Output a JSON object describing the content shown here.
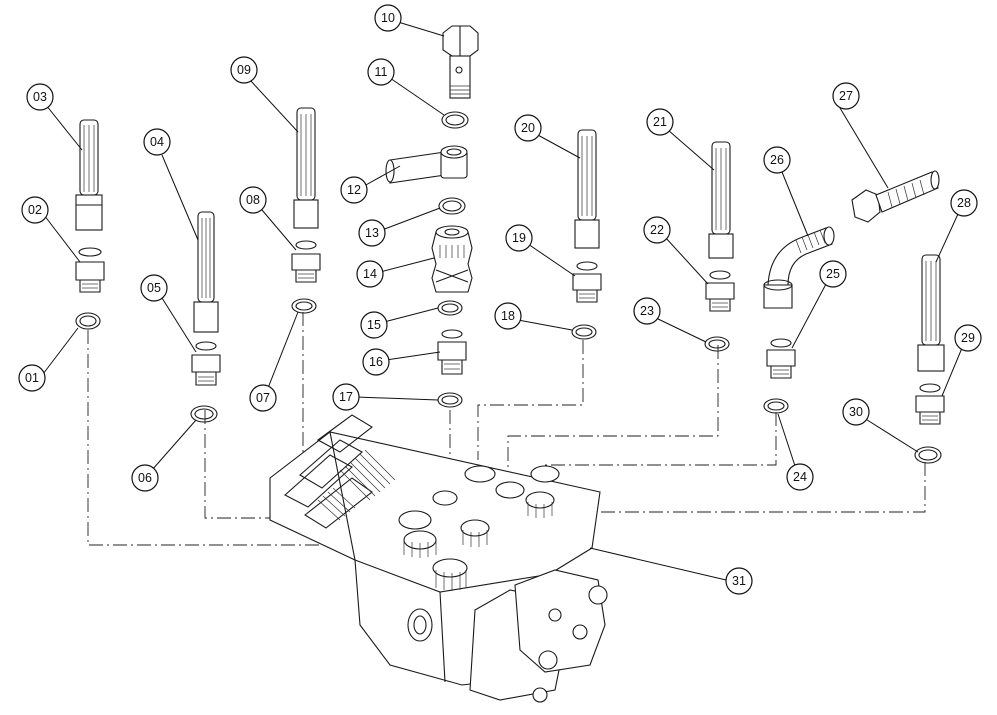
{
  "callouts": [
    "01",
    "02",
    "03",
    "04",
    "05",
    "06",
    "07",
    "08",
    "09",
    "10",
    "11",
    "12",
    "13",
    "14",
    "15",
    "16",
    "17",
    "18",
    "19",
    "20",
    "21",
    "22",
    "23",
    "24",
    "25",
    "26",
    "27",
    "28",
    "29",
    "30",
    "31"
  ]
}
